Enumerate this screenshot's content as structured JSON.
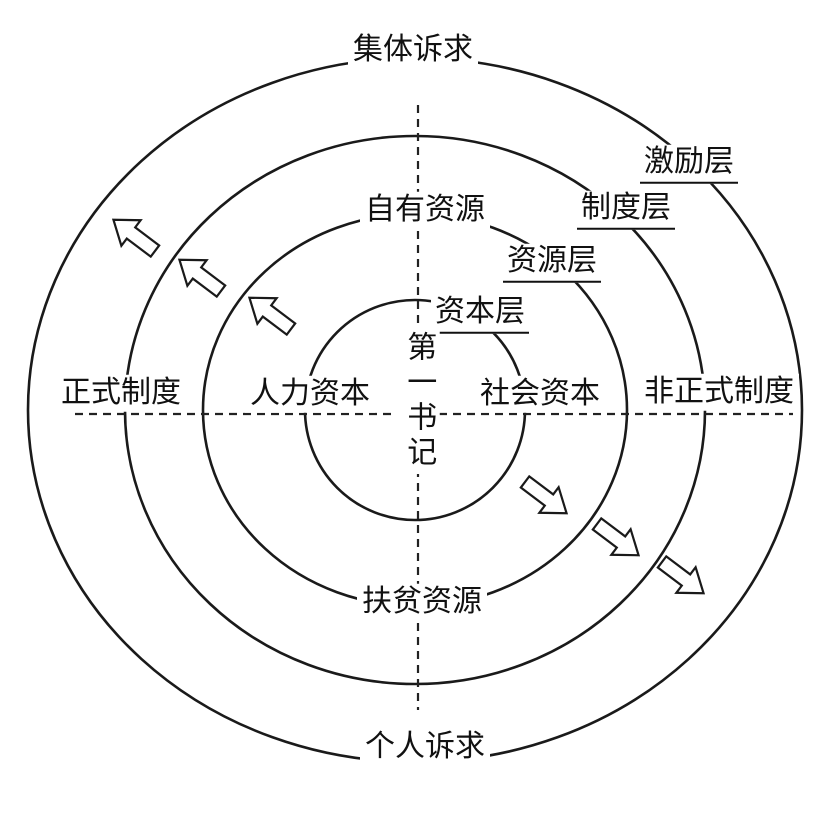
{
  "figure": {
    "background_color": "#ffffff",
    "line_color": "#1a1a1a",
    "center_label": "第一书记",
    "vertical_axis": {
      "top_outer": "集体诉求",
      "top_inner": "自有资源",
      "bottom_inner": "扶贫资源",
      "bottom_outer": "个人诉求"
    },
    "horizontal_axis": {
      "left_outer": "正式制度",
      "left_inner": "人力资本",
      "right_inner": "社会资本",
      "right_outer": "非正式制度"
    },
    "layer_labels": [
      {
        "label": "资本层"
      },
      {
        "label": "资源层"
      },
      {
        "label": "制度层"
      },
      {
        "label": "激励层"
      }
    ],
    "arrows": {
      "upper_left_count": 3,
      "upper_left_direction": "up-left",
      "lower_right_count": 3,
      "lower_right_direction": "down-right"
    },
    "ring_count": 4
  }
}
